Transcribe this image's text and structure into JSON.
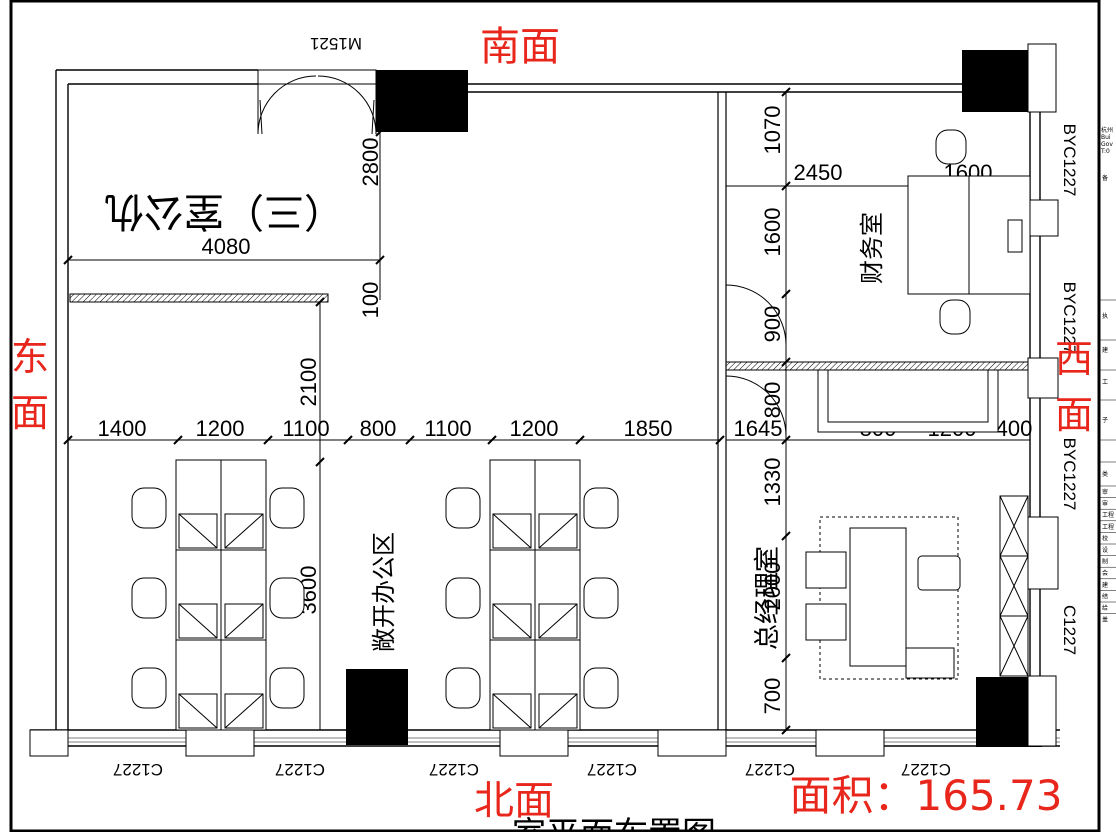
{
  "orientation": {
    "south": "南面",
    "north": "北面",
    "east_line1": "东",
    "east_line2": "面",
    "west_line1": "西",
    "west_line2": "面"
  },
  "area_label": "面积：165.73",
  "partial_title": "室平面布置图",
  "rooms": {
    "office3": "（三）室公仇",
    "open_office": "敞开办公区",
    "finance": "财务室",
    "gm_office": "总经理室"
  },
  "door_tag": "M1521",
  "window_tags": {
    "south_right1": "BYC1227",
    "south_right2": "BYC1227",
    "west_mid": "BYC1227",
    "west_low": "C1227",
    "bottom": [
      "C1227",
      "C1227",
      "C1227",
      "C1227",
      "C1227",
      "C1227"
    ]
  },
  "dimensions": {
    "top_width": "4080",
    "office3_height": "2800",
    "small_offset": "100",
    "corridor_height": "2100",
    "row": [
      "1400",
      "1200",
      "1100",
      "800",
      "1100",
      "1200",
      "1850"
    ],
    "desk_depth": "3600",
    "right_col": [
      "1070",
      "1600",
      "900",
      "800",
      "1330",
      "2000",
      "700"
    ],
    "finance_w1": "2450",
    "finance_w2": "1600",
    "gm_row": [
      "1645",
      "800",
      "1200",
      "400"
    ]
  },
  "side_table_rows": [
    "审",
    "审",
    "工程",
    "工程",
    "校",
    "设",
    "制",
    "会",
    "建",
    "结",
    "给",
    "盖"
  ],
  "side_table_misc": [
    "执",
    "建",
    "工",
    "子",
    "类",
    "备"
  ],
  "side_table_header": [
    "杭州",
    "Bui",
    "Gov",
    "T:0"
  ]
}
